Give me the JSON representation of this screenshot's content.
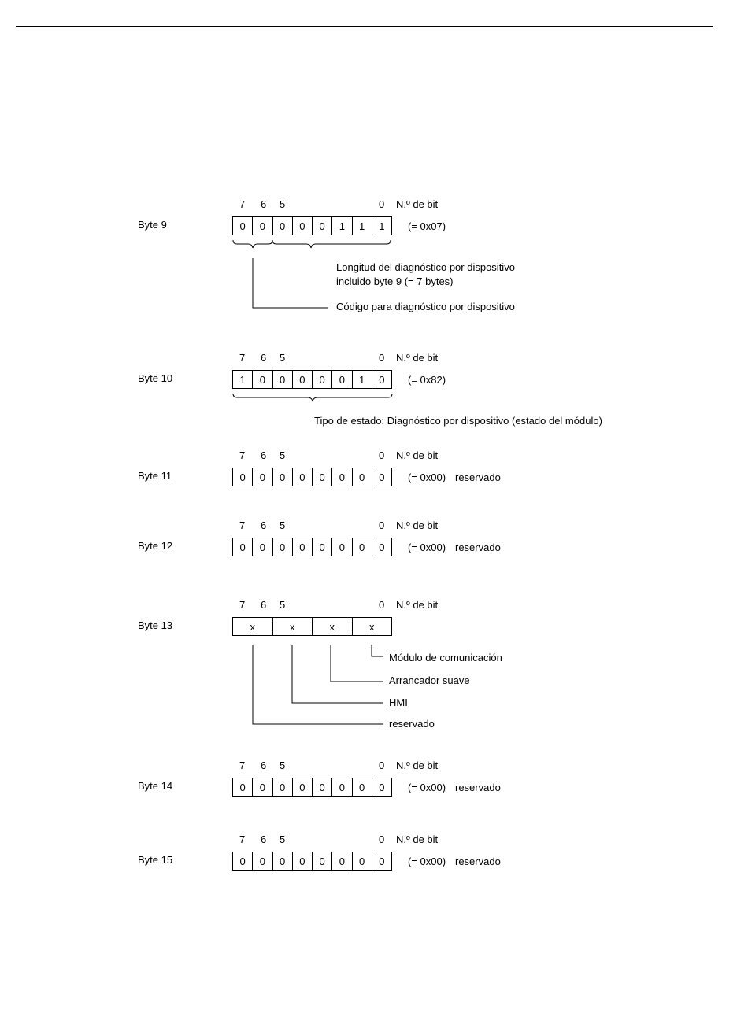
{
  "bit_header": {
    "b7": "7",
    "b6": "6",
    "b5": "5",
    "b0": "0",
    "label": "N.º de bit"
  },
  "bytes": [
    {
      "label": "Byte 9",
      "bits": [
        "0",
        "0",
        "0",
        "0",
        "0",
        "1",
        "1",
        "1"
      ],
      "value": "(= 0x07)",
      "note": ""
    },
    {
      "label": "Byte 10",
      "bits": [
        "1",
        "0",
        "0",
        "0",
        "0",
        "0",
        "1",
        "0"
      ],
      "value": "(= 0x82)",
      "note": ""
    },
    {
      "label": "Byte 11",
      "bits": [
        "0",
        "0",
        "0",
        "0",
        "0",
        "0",
        "0",
        "0"
      ],
      "value": "(= 0x00)",
      "note": "reservado"
    },
    {
      "label": "Byte 12",
      "bits": [
        "0",
        "0",
        "0",
        "0",
        "0",
        "0",
        "0",
        "0"
      ],
      "value": "(= 0x00)",
      "note": "reservado"
    },
    {
      "label": "Byte 13",
      "bits": [
        "x",
        "x",
        "x",
        "x"
      ],
      "value": "",
      "note": ""
    },
    {
      "label": "Byte 14",
      "bits": [
        "0",
        "0",
        "0",
        "0",
        "0",
        "0",
        "0",
        "0"
      ],
      "value": "(= 0x00)",
      "note": "reservado"
    },
    {
      "label": "Byte 15",
      "bits": [
        "0",
        "0",
        "0",
        "0",
        "0",
        "0",
        "0",
        "0"
      ],
      "value": "(= 0x00)",
      "note": "reservado"
    }
  ],
  "byte9_annotations": {
    "length_line1": "Longitud del diagnóstico por dispositivo",
    "length_line2": "incluido byte 9 (= 7 bytes)",
    "code": "Código para diagnóstico por dispositivo"
  },
  "byte10_annotation": "Tipo de estado: Diagnóstico por dispositivo (estado del módulo)",
  "byte13_annotations": [
    "Módulo de comunicación",
    "Arrancador suave",
    "HMI",
    "reservado"
  ]
}
